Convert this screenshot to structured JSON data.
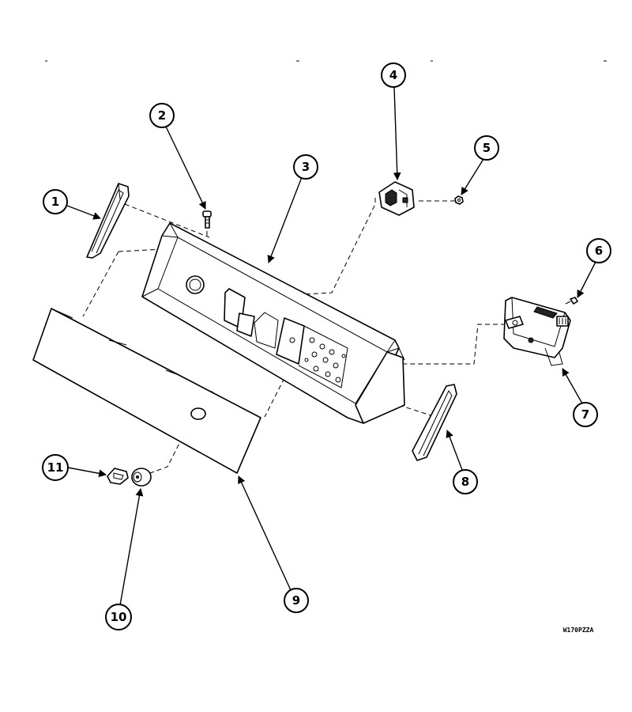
{
  "diagram": {
    "callouts": [
      {
        "id": "1",
        "label": "1"
      },
      {
        "id": "2",
        "label": "2"
      },
      {
        "id": "3",
        "label": "3"
      },
      {
        "id": "4",
        "label": "4"
      },
      {
        "id": "5",
        "label": "5"
      },
      {
        "id": "6",
        "label": "6"
      },
      {
        "id": "7",
        "label": "7"
      },
      {
        "id": "8",
        "label": "8"
      },
      {
        "id": "9",
        "label": "9"
      },
      {
        "id": "10",
        "label": "10"
      },
      {
        "id": "11",
        "label": "11"
      }
    ],
    "drawing_code": "W170PZZA"
  }
}
